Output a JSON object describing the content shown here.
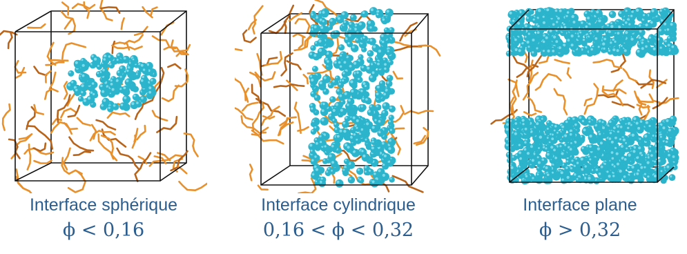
{
  "panels": [
    {
      "title": "Interface sphérique",
      "formula": "ϕ < 0,16"
    },
    {
      "title": "Interface cylindrique",
      "formula": "0,16 < ϕ < 0,32"
    },
    {
      "title": "Interface plane",
      "formula": "ϕ > 0,32"
    }
  ],
  "colors": {
    "chain": "#e8902c",
    "chain_dark": "#b8641a",
    "bead": "#2bb4cc",
    "bead_light": "#7fdaea",
    "caption": "#2b5d8f",
    "box_edge": "#111111"
  }
}
